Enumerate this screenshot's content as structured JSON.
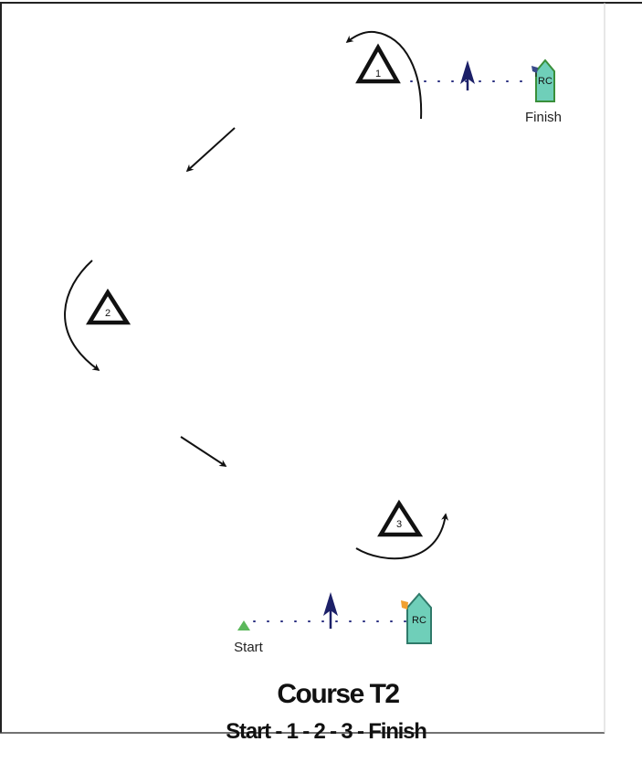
{
  "marks": [
    {
      "number": "1"
    },
    {
      "number": "2"
    },
    {
      "number": "3"
    }
  ],
  "committee_boats": {
    "finish": {
      "text": "RC",
      "label": "Finish",
      "color": "#6fcfb9",
      "flag_color": "#3a4a8a"
    },
    "start": {
      "text": "RC",
      "label": "Start",
      "color": "#6fcfb9",
      "flag_color": "#f0a030"
    }
  },
  "start_pin_color": "#5cb85c",
  "line_color": "#2a2f80",
  "wind_arrow_color": "#1c2068",
  "caption": {
    "title": "Course T2",
    "sequence": "Start - 1 - 2 - 3 - Finish"
  },
  "icons": [
    "triangle-mark-icon",
    "rc-boat-icon",
    "wind-arrow-icon",
    "course-arrow-icon",
    "start-pin-icon",
    "flag-icon"
  ]
}
